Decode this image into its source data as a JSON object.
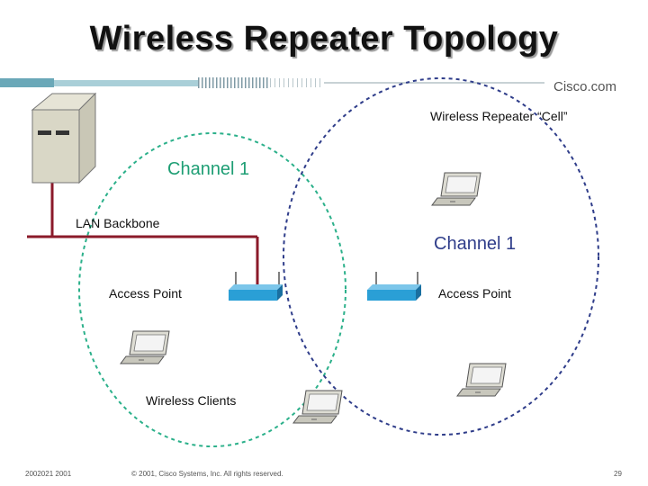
{
  "slide": {
    "title": "Wireless Repeater Topology",
    "brand": "Cisco.com"
  },
  "diagram": {
    "repeater_cell_label": "Wireless Repeater “Cell”",
    "channel_left": "Channel 1",
    "channel_right": "Channel 1",
    "lan_backbone_label": "LAN Backbone",
    "access_point_left": "Access Point",
    "access_point_right": "Access Point",
    "wireless_clients_label": "Wireless Clients"
  },
  "colors": {
    "left_cell": "#2bb08a",
    "right_cell": "#2f3d8a",
    "backbone": "#8b1a2a",
    "access_point": "#2a9fd6"
  },
  "footer": {
    "id": "2002021 2001",
    "copyright": "© 2001, Cisco Systems, Inc. All rights reserved.",
    "page": "29"
  }
}
